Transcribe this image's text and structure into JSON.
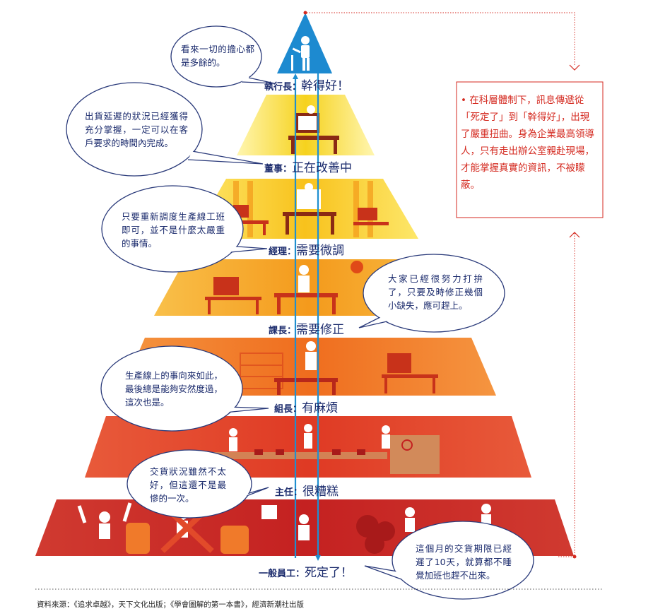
{
  "levels": [
    {
      "role": "執行長",
      "phrase": "幹得好！"
    },
    {
      "role": "董事",
      "phrase": "正在改善中"
    },
    {
      "role": "經理",
      "phrase": "需要微調"
    },
    {
      "role": "課長",
      "phrase": "需要修正"
    },
    {
      "role": "組長",
      "phrase": "有麻煩"
    },
    {
      "role": "主任",
      "phrase": "很糟糕"
    },
    {
      "role": "一般員工",
      "phrase": "死定了！"
    }
  ],
  "bubbles": [
    {
      "text": "看來一切的擔心都是多餘的。"
    },
    {
      "text": "出貨延遲的狀況已經獲得充分掌握，一定可以在客戶要求的時間內完成。"
    },
    {
      "text": "只要重新調度生產線工班即可，並不是什麼太嚴重的事情。"
    },
    {
      "text": "大家已經很努力打拚了，只要及時修正幾個小缺失，應可趕上。"
    },
    {
      "text": "生產線上的事向來如此，最後總是能夠安然度過，這次也是。"
    },
    {
      "text": "交貨狀況雖然不太好，但這還不是最慘的一次。"
    },
    {
      "text": "這個月的交貨期限已經遲了10天，就算都不睡覺加班也趕不出來。"
    }
  ],
  "note": "• 在科層體制下，訊息傳遞從「死定了」到「幹得好」，出現了嚴重扭曲。身為企業最高領導人，只有走出辦公室親赴現場，才能掌握真實的資訊，不被矇蔽。",
  "source": "資料來源：《追求卓越》，天下文化出版；《學會圖解的第一本書》，經濟新潮社出版",
  "colors": {
    "text_blue": "#1a2a6c",
    "note_red": "#d42a20",
    "arrow_blue": "#1f8fd0",
    "bands": [
      "#1d8ad0",
      "#f6d21e",
      "#f8c21c",
      "#f49a1c",
      "#ef6d1e",
      "#df3a24",
      "#c42121"
    ]
  }
}
